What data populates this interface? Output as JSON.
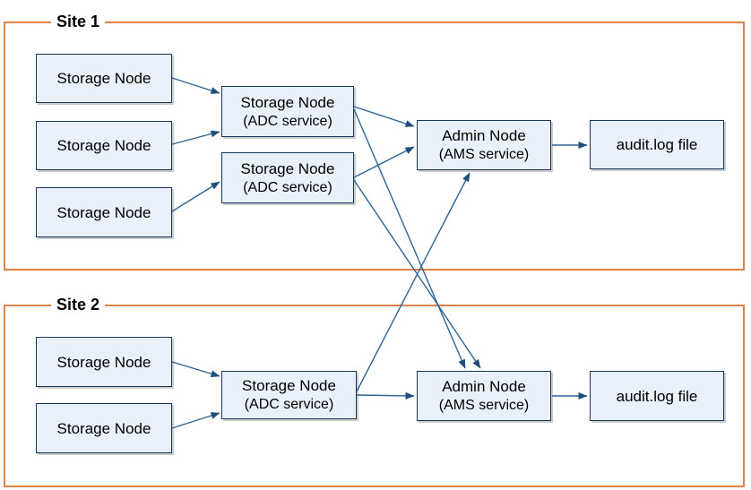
{
  "sites": {
    "site1": {
      "label": "Site 1"
    },
    "site2": {
      "label": "Site 2"
    }
  },
  "nodes": {
    "s1_sn1": {
      "label": "Storage Node"
    },
    "s1_sn2": {
      "label": "Storage Node"
    },
    "s1_sn3": {
      "label": "Storage Node"
    },
    "s1_adc1": {
      "label": "Storage Node",
      "sublabel": "(ADC service)"
    },
    "s1_adc2": {
      "label": "Storage Node",
      "sublabel": "(ADC service)"
    },
    "s1_admin": {
      "label": "Admin Node",
      "sublabel": "(AMS service)"
    },
    "s1_audit": {
      "label": "audit.log file"
    },
    "s2_sn1": {
      "label": "Storage Node"
    },
    "s2_sn2": {
      "label": "Storage Node"
    },
    "s2_adc": {
      "label": "Storage Node",
      "sublabel": "(ADC service)"
    },
    "s2_admin": {
      "label": "Admin Node",
      "sublabel": "(AMS service)"
    },
    "s2_audit": {
      "label": "audit.log file"
    }
  },
  "edges": [
    {
      "from": "s1_sn1",
      "to": "s1_adc1"
    },
    {
      "from": "s1_sn2",
      "to": "s1_adc1"
    },
    {
      "from": "s1_sn3",
      "to": "s1_adc2"
    },
    {
      "from": "s1_adc1",
      "to": "s1_admin"
    },
    {
      "from": "s1_adc2",
      "to": "s1_admin"
    },
    {
      "from": "s1_adc1",
      "to": "s2_admin"
    },
    {
      "from": "s1_adc2",
      "to": "s2_admin"
    },
    {
      "from": "s1_admin",
      "to": "s1_audit"
    },
    {
      "from": "s2_sn1",
      "to": "s2_adc"
    },
    {
      "from": "s2_sn2",
      "to": "s2_adc"
    },
    {
      "from": "s2_adc",
      "to": "s2_admin"
    },
    {
      "from": "s2_adc",
      "to": "s1_admin"
    },
    {
      "from": "s2_admin",
      "to": "s2_audit"
    }
  ],
  "colors": {
    "site_border": "#E08348",
    "node_fill": "#EAF0F9",
    "node_border": "#17365D",
    "arrow_line": "#2E6496",
    "arrow_head": "#1F4E79",
    "text": "#000000"
  }
}
